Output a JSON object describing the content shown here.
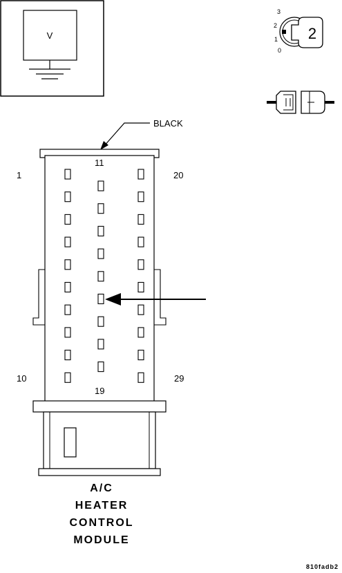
{
  "voltmeter": {
    "label": "V"
  },
  "ignition": {
    "positions": [
      "3",
      "2",
      "1",
      "0"
    ],
    "key_number": "2"
  },
  "connector": {
    "color_label": "BLACK",
    "pin_labels": {
      "top_left": "1",
      "top_center": "11",
      "top_right": "20",
      "bottom_left": "10",
      "bottom_center": "19",
      "bottom_right": "29"
    }
  },
  "module_name": [
    "A/C",
    "HEATER",
    "CONTROL",
    "MODULE"
  ],
  "figure_code": "810fadb2"
}
